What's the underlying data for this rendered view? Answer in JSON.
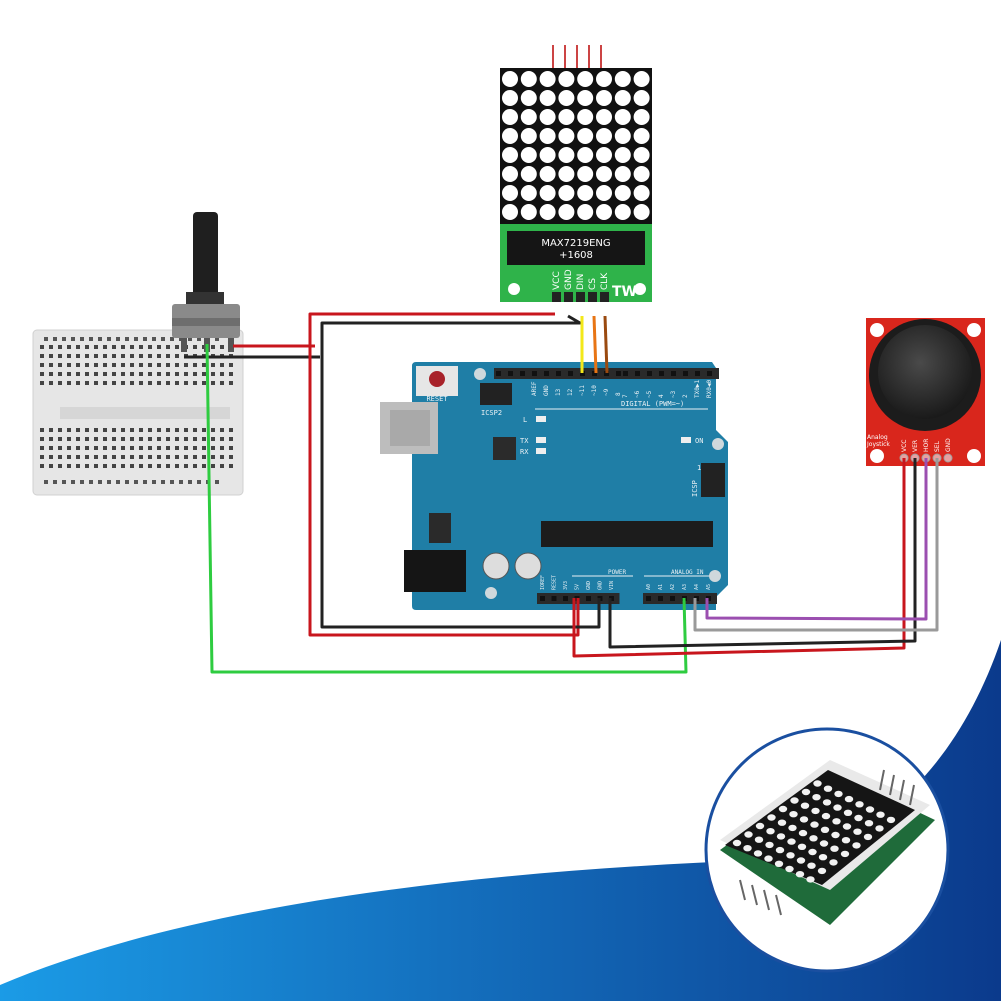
{
  "led_matrix": {
    "chip_name": "MAX7219ENG",
    "chip_code": "+1608",
    "pins": [
      "VCC",
      "GND",
      "DIN",
      "CS",
      "CLK"
    ],
    "brand": "TW",
    "rows": 8,
    "cols": 8
  },
  "arduino": {
    "reset_label": "RESET",
    "icsp2_label": "ICSP2",
    "icsp_label": "ICSP",
    "icsp_pin1": "1",
    "led_l": "L",
    "led_tx": "TX",
    "led_rx": "RX",
    "led_on": "ON",
    "digital_label": "DIGITAL (PWM=~)",
    "digital_pins": [
      "AREF",
      "GND",
      "13",
      "12",
      "~11",
      "~10",
      "~9",
      "8",
      "7",
      "~6",
      "~5",
      "4",
      "~3",
      "2",
      "TX0▶1",
      "RX0◀0"
    ],
    "power_label": "POWER",
    "power_pins": [
      "IOREF",
      "RESET",
      "3V3",
      "5V",
      "GND",
      "GND",
      "VIN"
    ],
    "analog_label": "ANALOG IN",
    "analog_pins": [
      "A0",
      "A1",
      "A2",
      "A3",
      "A4",
      "A5"
    ]
  },
  "joystick": {
    "title_line1": "Analog",
    "title_line2": "Joystick",
    "pins": [
      "VCC",
      "VER",
      "HOR",
      "SEL",
      "GND"
    ]
  },
  "colors": {
    "board": "#1f7ea6",
    "pcb_green": "#2fb34a",
    "joystick_red": "#d9261c",
    "wave_light": "#1b8fe0",
    "wave_dark": "#0b3a8c"
  }
}
